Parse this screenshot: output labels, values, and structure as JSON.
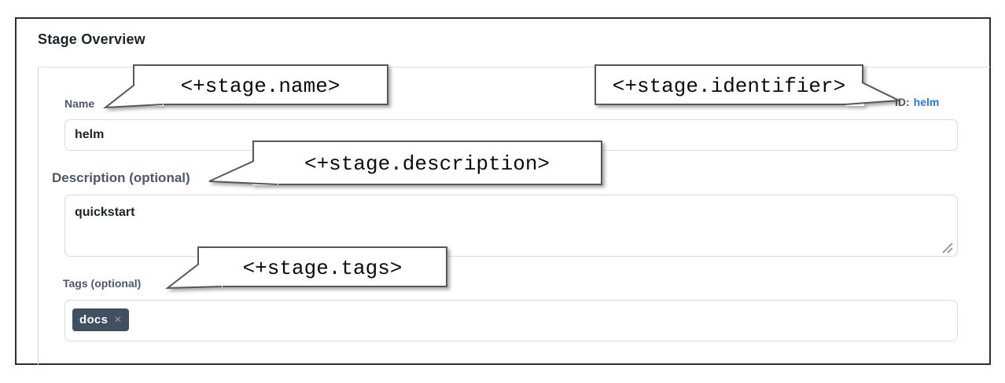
{
  "page": {
    "title": "Stage Overview"
  },
  "form": {
    "name": {
      "label": "Name",
      "value": "helm"
    },
    "id": {
      "label": "ID:",
      "value": "helm"
    },
    "description": {
      "label": "Description (optional)",
      "value": "quickstart"
    },
    "tags": {
      "label": "Tags (optional)",
      "items": [
        {
          "text": "docs"
        }
      ]
    }
  },
  "icons": {
    "tag_remove": "×"
  },
  "callouts": {
    "name": "<+stage.name>",
    "identifier": "<+stage.identifier>",
    "description": "<+stage.description>",
    "tags": "<+stage.tags>"
  },
  "colors": {
    "id_link": "#2b79dd",
    "tag_chip_bg": "#41505f",
    "label": "#4d576b",
    "input_border": "#d9dbe3",
    "callout_border": "#55575a",
    "frame_border": "#2c2e31"
  }
}
